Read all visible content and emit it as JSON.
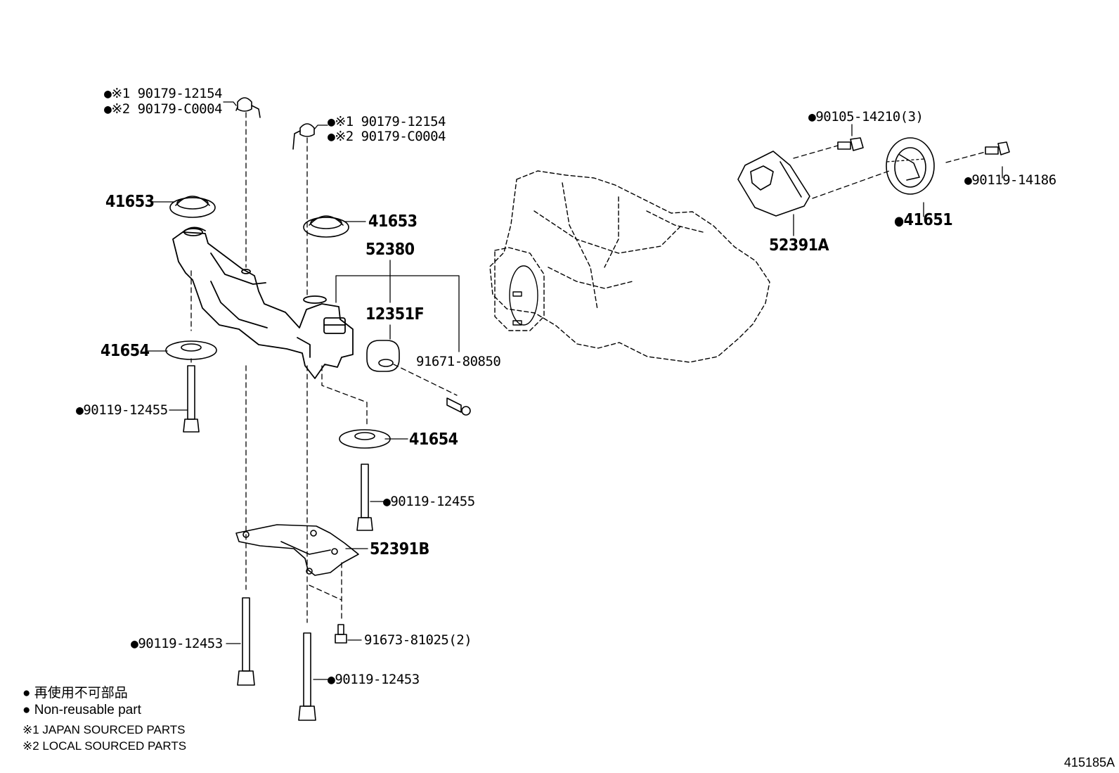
{
  "callouts": {
    "clip_top_left": {
      "bullet": "●",
      "line1": "※1 90179-12154",
      "line2_bullet": "●",
      "line2": "※2 90179-C0004"
    },
    "clip_top_mid": {
      "bullet": "●",
      "line1": "※1 90179-12154",
      "line2_bullet": "●",
      "line2": "※2 90179-C0004"
    },
    "insulator_left_upper": "41653",
    "insulator_mid_upper": "41653",
    "assembly": "52380",
    "cushion": "12351F",
    "bolt_91671": "91671-80850",
    "insulator_left_lower": "41654",
    "insulator_mid_lower": "41654",
    "bolt_left_12455": {
      "bullet": "●",
      "text": "90119-12455"
    },
    "bolt_mid_12455": {
      "bullet": "●",
      "text": "90119-12455"
    },
    "bracket_b": "52391B",
    "bolt_left_12453": {
      "bullet": "●",
      "text": "90119-12453"
    },
    "bolt_mid_12453": {
      "bullet": "●",
      "text": "90119-12453"
    },
    "bolt_91673": "91673-81025(2)",
    "bolt_14210": {
      "bullet": "●",
      "text": "90105-14210(3)"
    },
    "bolt_14186": {
      "bullet": "●",
      "text": "90119-14186"
    },
    "mount_41651": {
      "bullet": "●",
      "text": "41651"
    },
    "bracket_a": "52391A"
  },
  "legend": {
    "line1_bullet": "●",
    "line1": "再使用不可部品",
    "line2_bullet": "●",
    "line2": "Non-reusable part",
    "line3": "※1 JAPAN SOURCED PARTS",
    "line4": "※2 LOCAL SOURCED PARTS"
  },
  "figure_id": "415185A"
}
